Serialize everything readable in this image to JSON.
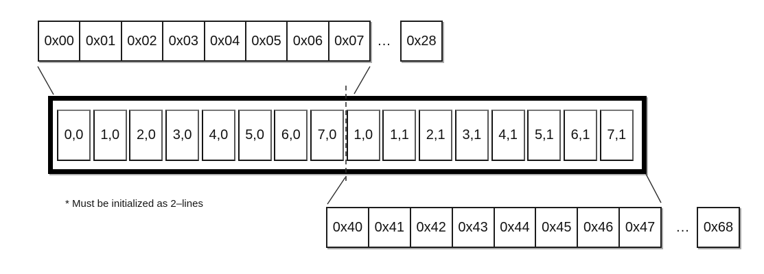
{
  "diagram": {
    "note": "* Must be initialized as 2–lines",
    "top_row": {
      "cells": [
        "0x00",
        "0x01",
        "0x02",
        "0x03",
        "0x04",
        "0x05",
        "0x06",
        "0x07"
      ],
      "ellipsis": "...",
      "tail_cell": "0x28"
    },
    "buffer": {
      "line1_cells": [
        "0,0",
        "1,0",
        "2,0",
        "3,0",
        "4,0",
        "5,0",
        "6,0",
        "7,0"
      ],
      "line2_cells": [
        "1,0",
        "1,1",
        "2,1",
        "3,1",
        "4,1",
        "5,1",
        "6,1",
        "7,1"
      ]
    },
    "bottom_row": {
      "cells": [
        "0x40",
        "0x41",
        "0x42",
        "0x43",
        "0x44",
        "0x45",
        "0x46",
        "0x47"
      ],
      "ellipsis": "...",
      "tail_cell": "0x68"
    },
    "colors": {
      "line": "#2f2f2f",
      "border": "#1c1c1c",
      "thick_border": "#000000"
    }
  }
}
